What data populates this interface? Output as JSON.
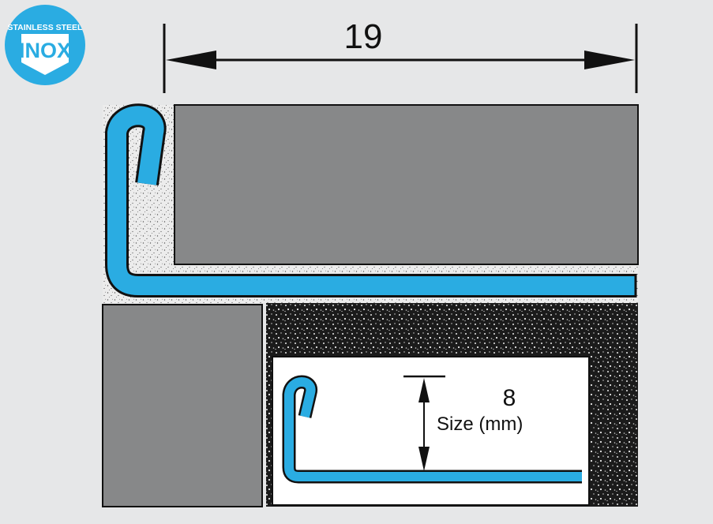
{
  "badge": {
    "top_text": "STAINLESS STEEL",
    "main_text": "INOX"
  },
  "dimension": {
    "value": "19"
  },
  "inset": {
    "size_value": "8",
    "size_caption": "Size (mm)"
  },
  "colors": {
    "profile_blue": "#2aace2",
    "tile_gray": "#878889",
    "background": "#e6e7e8",
    "adhesive": "#ececec",
    "substrate": "#1a1a1a",
    "outline": "#111111"
  }
}
